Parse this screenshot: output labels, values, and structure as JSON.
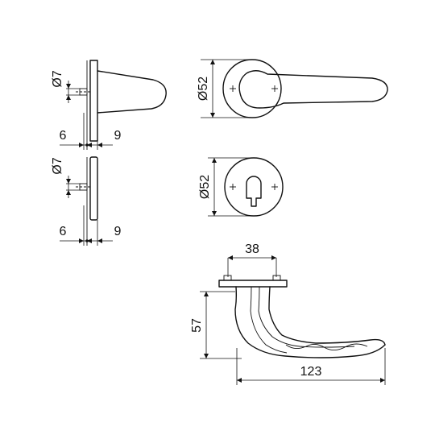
{
  "dimensions": {
    "side_top_bolt_dia": "Ø7",
    "side_top_left": "6",
    "side_top_right": "9",
    "side_bottom_bolt_dia": "Ø7",
    "side_bottom_left": "6",
    "side_bottom_right": "9",
    "rose_dia": "Ø52",
    "escutcheon_dia": "Ø52",
    "bolt_spacing": "38",
    "lever_height": "57",
    "lever_length": "123"
  }
}
